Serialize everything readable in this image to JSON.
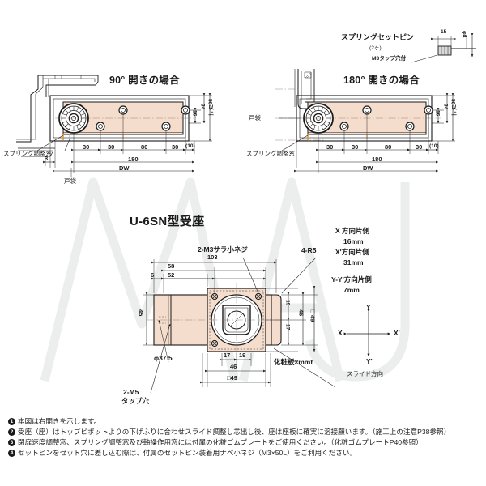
{
  "document": {
    "type": "technical-drawing",
    "fill_color": "#f5ddcd",
    "line_color": "#1a1a1a",
    "watermark_text": "MAJI"
  },
  "left_view": {
    "title": "90° 開きの場合",
    "labels": {
      "spring_window": "スプリング調整窓",
      "pocket": "戸袋",
      "edge_gap": "3"
    },
    "dims_horizontal": [
      "30",
      "30",
      "80",
      "30",
      "(10)"
    ],
    "overall": "180",
    "dw": "DW",
    "dims_vertical": [
      "16",
      "34",
      "50以上"
    ]
  },
  "right_view": {
    "title": "180° 開きの場合",
    "labels": {
      "spring_window": "スプリング調整窓",
      "pocket": "戸袋"
    },
    "dims_horizontal": [
      "30",
      "30",
      "80",
      "30",
      "(10)"
    ],
    "overall": "180",
    "dw": "DW",
    "dims_vertical": [
      "16",
      "34",
      "50以上"
    ]
  },
  "pin_detail": {
    "title": "スプリングセットピン",
    "qty": "(2ヶ)",
    "tap_note": "M3タップ穴付",
    "length": "15",
    "diameter": "φ8"
  },
  "receiver": {
    "title": "U-6SN型受座",
    "callouts": {
      "screw": "2-M3サラ小ネジ",
      "radius": "4-R5",
      "tap_hole": "2-M5",
      "tap_hole_sub": "タップ穴",
      "bore": "φ37.5",
      "plate": "化粧板2mmt"
    },
    "dims_top": [
      "6",
      "52",
      "58",
      "103"
    ],
    "dims_left": [
      "45"
    ],
    "dims_right": [
      "19",
      "17",
      "46",
      "□49"
    ],
    "dims_bottom": [
      "17",
      "19",
      "46",
      "□49"
    ]
  },
  "direction_note": {
    "lines": [
      {
        "label": "X 方向片側",
        "value": "16mm"
      },
      {
        "label": "X'方向片側",
        "value": "31mm"
      },
      {
        "label": "Y-Y'方向片側",
        "value": "7mm"
      }
    ],
    "axes": {
      "up": "Y",
      "down": "Y'",
      "left": "X",
      "right": "X'"
    },
    "caption": "スライド方向"
  },
  "notes": [
    {
      "num": "1",
      "text": "本図は右開きを示します。"
    },
    {
      "num": "2",
      "text": "受座（座）はトップピボットよりの下げふりに合わせスライド調整し芯出し後、座は座板に確実に溶接願います。（施工上の注意P38参照）"
    },
    {
      "num": "3",
      "text": "閉扉速度調整窓、スプリング調整窓及び軸操作用窓には付属の化粧ゴムプレートをご使用ください。（化粧ゴムプレートP40参照）"
    },
    {
      "num": "4",
      "text": "セットピンをセット穴に差し込む際は、付属のセットピン装着用ナベ小ネジ（M3×50L）をご利用ください。"
    }
  ]
}
